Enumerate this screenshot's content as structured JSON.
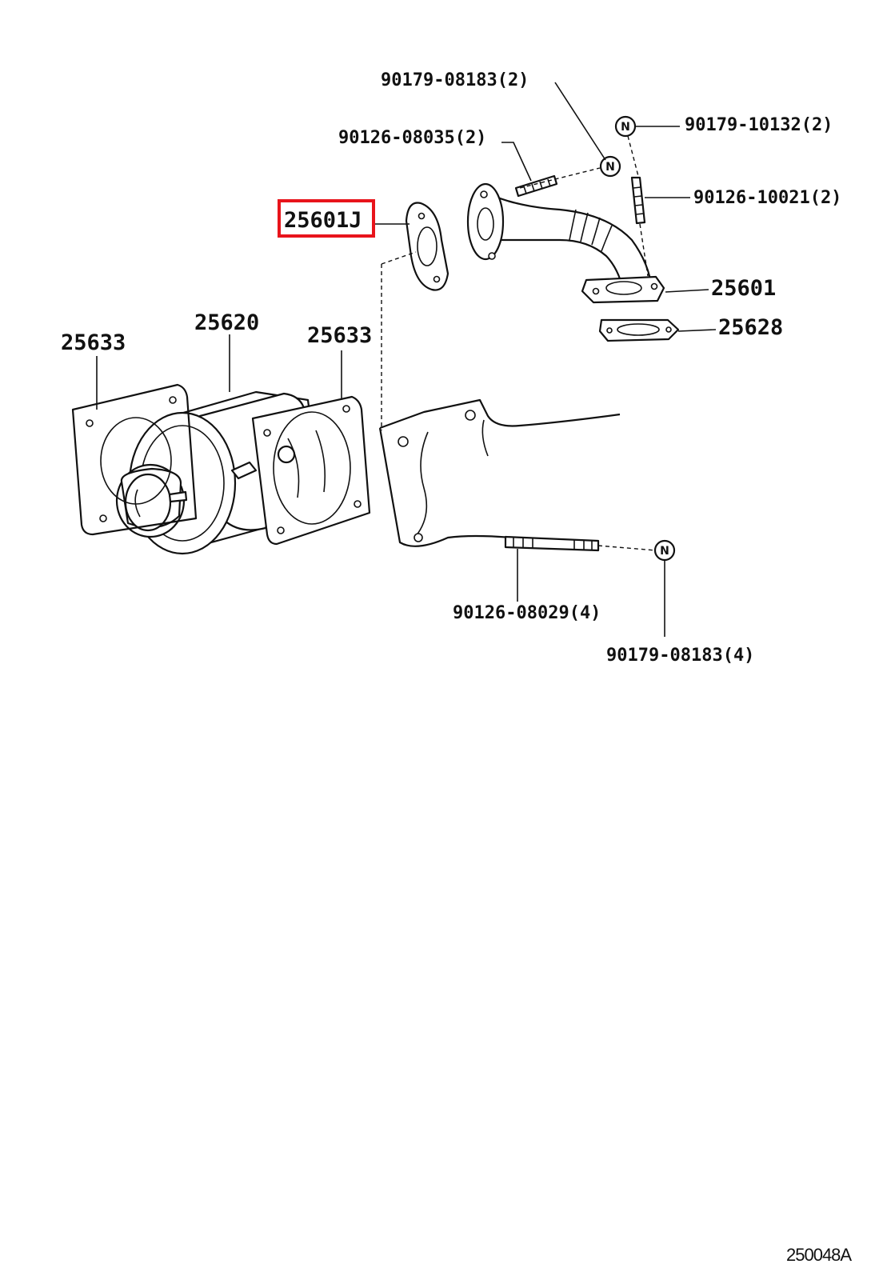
{
  "diagram": {
    "figure_code": "250048A",
    "highlight_color": "#e8141b",
    "callouts": {
      "nut_top_left_qty": "90179-08183(2)",
      "stud_top_left_qty": "90126-08035(2)",
      "nut_top_right_qty": "90179-10132(2)",
      "stud_top_right_qty": "90126-10021(2)",
      "gasket_highlighted": "25601J",
      "egr_pipe": "25601",
      "pipe_gasket": "25628",
      "gasket_left": "25633",
      "egr_valve": "25620",
      "gasket_right": "25633",
      "stud_bottom_qty": "90126-08029(4)",
      "nut_bottom_qty": "90179-08183(4)"
    },
    "nut_symbol": "N"
  }
}
